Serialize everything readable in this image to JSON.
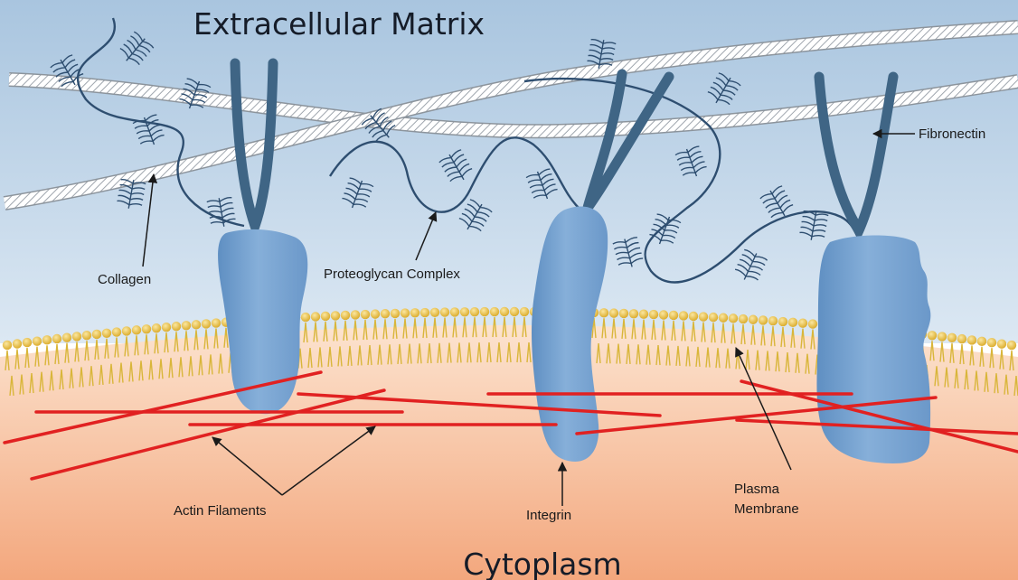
{
  "diagram": {
    "regions": {
      "top": "Extracellular Matrix",
      "bottom": "Cytoplasm"
    },
    "labels": {
      "collagen": "Collagen",
      "proteoglycan": "Proteoglycan Complex",
      "fibronectin": "Fibronectin",
      "actin": "Actin Filaments",
      "integrin": "Integrin",
      "membrane_line1": "Plasma",
      "membrane_line2": "Membrane"
    },
    "colors": {
      "ecm_top": "#a9c5df",
      "ecm_bottom": "#dce8f3",
      "cytoplasm_top": "#fce3cf",
      "cytoplasm_bottom": "#f3a77d",
      "membrane_head": "#f2c94a",
      "integrin": "#77a3d1",
      "fibronectin": "#3f6585",
      "actin": "#e12121",
      "collagen": "#ffffff"
    }
  }
}
